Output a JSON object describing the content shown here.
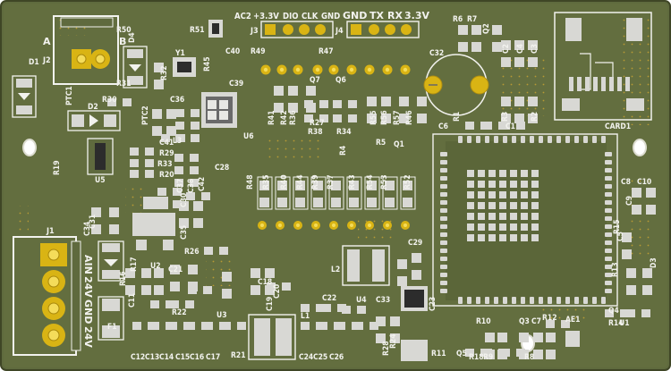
{
  "colors": {
    "board": "#5f6a3e",
    "board_edge": "#3f4626",
    "copper_trace": "#6e7a48",
    "pad": "#d8d8d4",
    "gold_pad": "#d9b414",
    "silkscreen": "#f2f2ee",
    "ic_body": "#2c2c2c",
    "via": "#c7a23a"
  },
  "header_labels": {
    "ac2": "AC2",
    "v33_left": "+3.3V",
    "dio": "DIO",
    "clk": "CLK",
    "gnd_left": "GND",
    "gnd_right": "GND",
    "tx": "TX",
    "rx": "RX",
    "v33_right": "3.3V",
    "j3": "J3",
    "j4": "J4"
  },
  "terminal_labels": {
    "a": "A",
    "b": "B",
    "j1": "J1",
    "j2": "J2",
    "ain": "AIN",
    "v24a": "24V",
    "gnd": "GND",
    "v24b": "24V"
  },
  "ref_designators": [
    {
      "id": "d1",
      "text": "D1"
    },
    {
      "id": "d2",
      "text": "D2"
    },
    {
      "id": "d3",
      "text": "D3"
    },
    {
      "id": "d4",
      "text": "D4"
    },
    {
      "id": "y1",
      "text": "Y1"
    },
    {
      "id": "u1",
      "text": "U1"
    },
    {
      "id": "u2",
      "text": "U2"
    },
    {
      "id": "u3",
      "text": "U3"
    },
    {
      "id": "u4",
      "text": "U4"
    },
    {
      "id": "u5",
      "text": "U5"
    },
    {
      "id": "u6",
      "text": "U6"
    },
    {
      "id": "q1",
      "text": "Q1"
    },
    {
      "id": "q2",
      "text": "Q2"
    },
    {
      "id": "q3",
      "text": "Q3"
    },
    {
      "id": "q4",
      "text": "Q4"
    },
    {
      "id": "q5",
      "text": "Q5"
    },
    {
      "id": "q6",
      "text": "Q6"
    },
    {
      "id": "q7",
      "text": "Q7"
    },
    {
      "id": "l1",
      "text": "L1"
    },
    {
      "id": "l2",
      "text": "L2"
    },
    {
      "id": "l3",
      "text": "L3"
    },
    {
      "id": "f1",
      "text": "F1"
    },
    {
      "id": "ae1",
      "text": "AE1"
    },
    {
      "id": "card1",
      "text": "CARD1"
    },
    {
      "id": "ptc1",
      "text": "PTC1"
    },
    {
      "id": "ptc2",
      "text": "PTC2"
    },
    {
      "id": "c32",
      "text": "C32"
    }
  ],
  "resistors": [
    "R1",
    "R2",
    "R3",
    "R4",
    "R5",
    "R6",
    "R7",
    "R8",
    "R9",
    "R10",
    "R11",
    "R12",
    "R13",
    "R14",
    "R15",
    "R16",
    "R17",
    "R18",
    "R19",
    "R20",
    "R21",
    "R22",
    "R24",
    "R26",
    "R27",
    "R28",
    "R29",
    "R30",
    "R31",
    "R32",
    "R33",
    "R34",
    "R35",
    "R36",
    "R37",
    "R38",
    "R39",
    "R40",
    "R41",
    "R42",
    "R43",
    "R44",
    "R45",
    "R46",
    "R47",
    "R48",
    "R49",
    "R50",
    "R51",
    "R52",
    "R53",
    "R54",
    "R55",
    "R56",
    "R57"
  ],
  "capacitors": [
    "C1",
    "C2",
    "C3",
    "C4",
    "C5",
    "C6",
    "C7",
    "C8",
    "C9",
    "C10",
    "C11",
    "C12",
    "C13",
    "C14",
    "C15",
    "C16",
    "C17",
    "C18",
    "C19",
    "C20",
    "C21",
    "C22",
    "C23",
    "C24",
    "C25",
    "C26",
    "C28",
    "C29",
    "C30",
    "C31",
    "C33",
    "C34",
    "C35",
    "C36",
    "C37",
    "C38",
    "C39",
    "C40",
    "C41",
    "C42"
  ]
}
